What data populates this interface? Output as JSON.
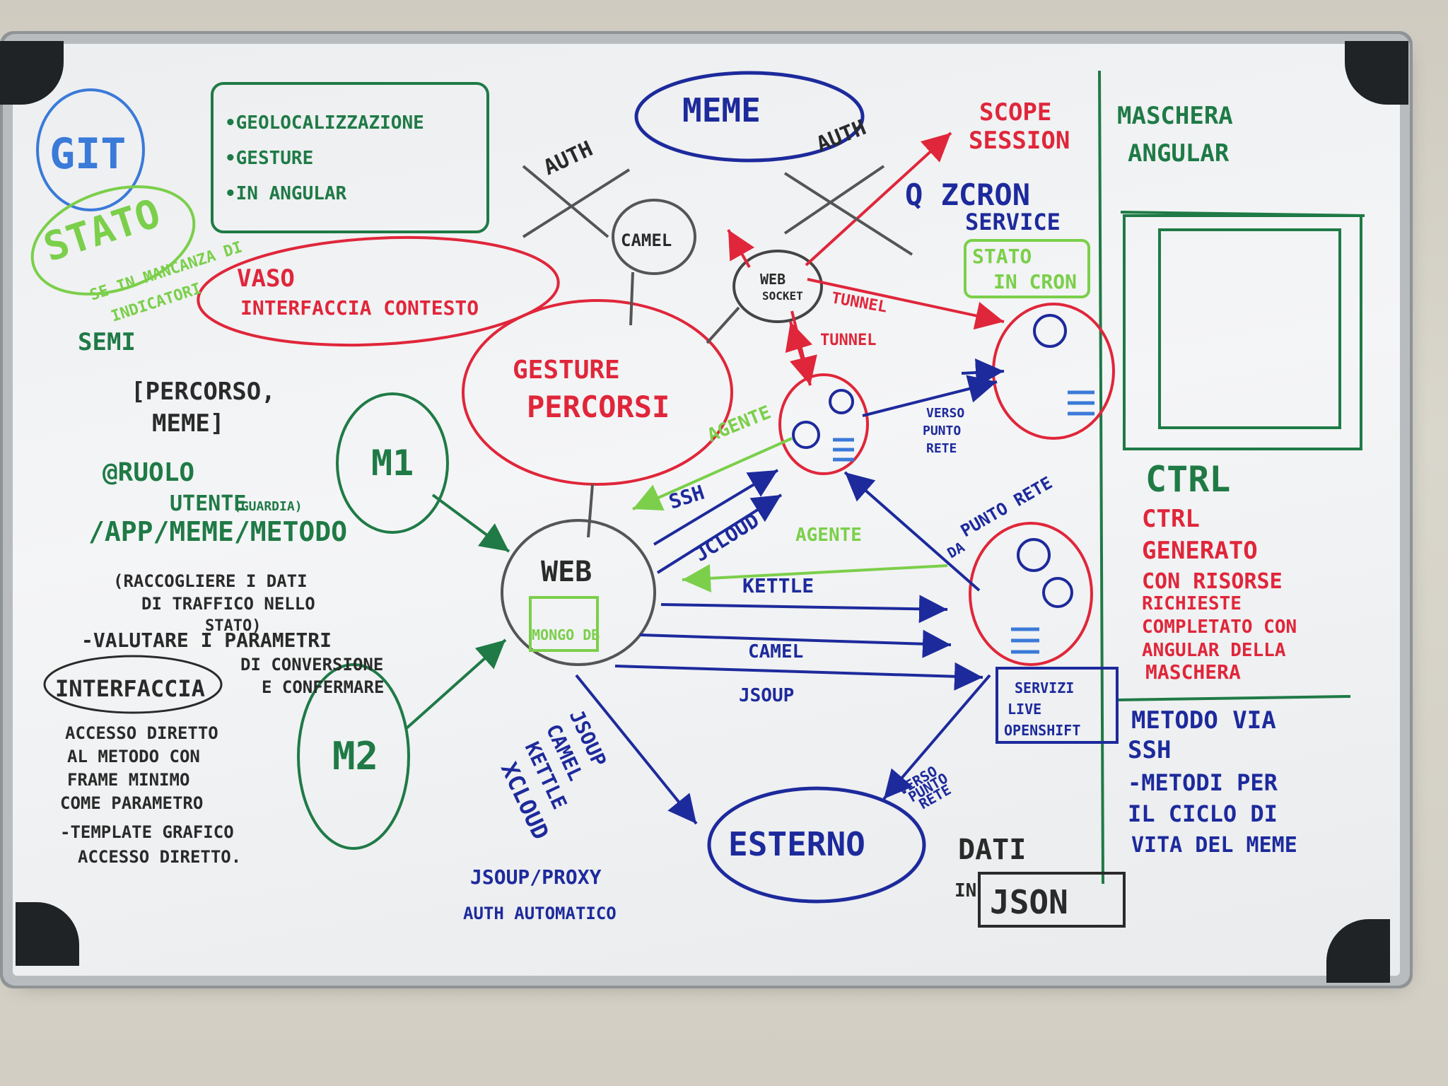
{
  "board": {
    "git": "GIT",
    "geo_box": [
      "•GEOLOCALIZZAZIONE",
      "•GESTURE",
      "•IN ANGULAR"
    ],
    "stato_green": [
      "STATO",
      "SE IN MANCANZA DI",
      "INDICATORI"
    ],
    "semi": "SEMI",
    "percorso_meme": [
      "[PERCORSO,",
      "MEME]"
    ],
    "vaso": [
      "VASO",
      "INTERFACCIA CONTESTO"
    ],
    "ruolo": [
      "@RUOLO",
      "UTENTE"
    ],
    "guardia": "(GUARDIA)",
    "app_path": "/APP/MEME/METODO",
    "raccogliere": [
      "(RACCOGLIERE I DATI",
      "DI TRAFFICO NELLO",
      "STATO)"
    ],
    "valutare": [
      "-VALUTARE I PARAMETRI",
      "DI CONVERSIONE",
      "E CONFERMARE"
    ],
    "interfaccia": "INTERFACCIA",
    "interfaccia_notes": [
      "ACCESSO DIRETTO",
      "AL METODO CON",
      "FRAME MINIMO",
      "COME PARAMETRO",
      "-TEMPLATE GRAFICO",
      "ACCESSO DIRETTO."
    ],
    "m1": "M1",
    "m2": "M2",
    "meme": "MEME",
    "auth_left": "AUTH",
    "auth_right": "AUTH",
    "camel_node": "CAMEL",
    "websocket": [
      "WEB",
      "SOCKET"
    ],
    "gesture": [
      "GESTURE",
      "PERCORSI"
    ],
    "tunnel1": "TUNNEL",
    "tunnel2": "TUNNEL",
    "agente1": "AGENTE",
    "agente2": "AGENTE",
    "web": "WEB",
    "mongo": "MONGO DB",
    "ssh": "SSH",
    "jcloud": "JCLOUD",
    "kettle": "KETTLE",
    "camel_edge": "CAMEL",
    "jsoup_edge": "JSOUP",
    "scope": [
      "SCOPE",
      "SESSION"
    ],
    "qzcron": "Q ZCRON",
    "service": "SERVICE",
    "stato_cron": [
      "STATO",
      "IN CRON"
    ],
    "verso1": [
      "VERSO",
      "PUNTO",
      "RETE"
    ],
    "da_punto": [
      "DA",
      "PUNTO RETE"
    ],
    "servizi": [
      "SERVIZI",
      "LIVE",
      "OPENSHIFT"
    ],
    "verso2": [
      "VERSO",
      "PUNTO",
      "RETE"
    ],
    "esterno": "ESTERNO",
    "jsoup_list": [
      "JSOUP",
      "CAMEL",
      "KETTLE",
      "XCLOUD"
    ],
    "jsoup_proxy": [
      "JSOUP/PROXY",
      "AUTH AUTOMATICO"
    ],
    "dati": "DATI",
    "in": "IN",
    "json": "JSON",
    "maschera": [
      "MASCHERA",
      "ANGULAR"
    ],
    "ctrl_title": "CTRL",
    "ctrl_notes": [
      "CTRL",
      "GENERATO",
      "CON RISORSE",
      "RICHIESTE",
      "COMPLETATO CON",
      "ANGULAR DELLA",
      "MASCHERA"
    ],
    "metodo_notes": [
      "METODO VIA",
      "SSH",
      "-METODI PER",
      "IL CICLO DI",
      "VITA DEL MEME"
    ]
  },
  "colors": {
    "blue": "#1d2a9c",
    "red": "#e0263a",
    "green": "#1f7a46",
    "lime": "#7bcf4a",
    "black": "#2a2a2a",
    "sky": "#3a7ad8"
  }
}
